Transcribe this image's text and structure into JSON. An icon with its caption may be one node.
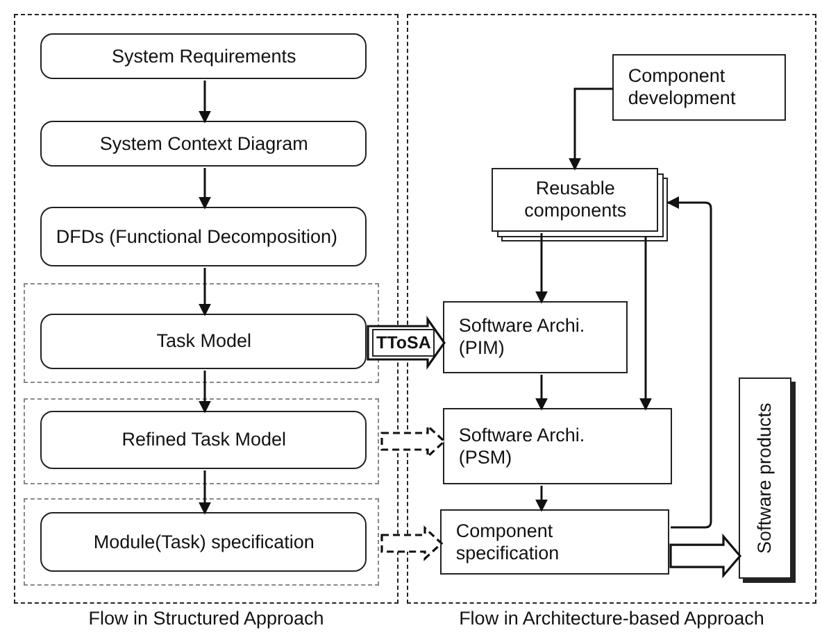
{
  "diagram": {
    "nodes": [
      {
        "text": [
          "Flow in Structured Approach"
        ]
      },
      {
        "text": [
          "Flow in Architecture-based Approach"
        ]
      },
      {
        "text": [
          "System Requirements"
        ],
        "in": 0
      },
      {
        "text": [
          "System Context Diagram"
        ],
        "in": 0
      },
      {
        "text": [
          "DFDs (Functional Decomposition)"
        ],
        "in": 0
      },
      {
        "text": [],
        "shape": "box",
        "in": 0
      },
      {
        "text": [
          "Task Model"
        ],
        "in": 5
      },
      {
        "text": [],
        "shape": "box",
        "in": 0
      },
      {
        "text": [
          "Refined Task Model"
        ],
        "in": 7
      },
      {
        "text": [],
        "shape": "box",
        "in": 0
      },
      {
        "text": [
          "Module(Task) specification"
        ],
        "in": 9
      },
      {
        "text": [
          "Component development"
        ],
        "in": 1
      },
      {
        "text": [
          "Reusable components"
        ],
        "in": 1
      },
      {
        "text": [
          "Software Archi. (PIM)"
        ],
        "in": 1
      },
      {
        "text": [
          "Software Archi. (PSM)"
        ],
        "in": 1
      },
      {
        "text": [
          "Component specification"
        ],
        "in": 1
      },
      {
        "text": [
          "Software products"
        ],
        "in": 1
      }
    ],
    "edges": [
      {
        "from": 2,
        "to": 3,
        "arrow": "to"
      },
      {
        "from": 3,
        "to": 4,
        "arrow": "to"
      },
      {
        "from": 4,
        "to": 6,
        "arrow": "to"
      },
      {
        "from": 6,
        "to": 8,
        "arrow": "to"
      },
      {
        "from": 8,
        "to": 10,
        "arrow": "to"
      },
      {
        "from": 6,
        "to": 13,
        "arrow": "to",
        "label": "TToSA",
        "style": "thick"
      },
      {
        "from": 8,
        "to": 14,
        "arrow": "to",
        "style": "dashed"
      },
      {
        "from": 10,
        "to": 15,
        "arrow": "to",
        "style": "dashed"
      },
      {
        "from": 11,
        "to": 12,
        "arrow": "to"
      },
      {
        "from": 12,
        "to": 13,
        "arrow": "to"
      },
      {
        "from": 12,
        "to": 14,
        "arrow": "to"
      },
      {
        "from": 13,
        "to": 14,
        "arrow": "to"
      },
      {
        "from": 14,
        "to": 15,
        "arrow": "to"
      },
      {
        "from": 15,
        "to": 12,
        "arrow": "to"
      },
      {
        "from": 15,
        "to": 16,
        "arrow": "to",
        "style": "thick"
      }
    ]
  }
}
